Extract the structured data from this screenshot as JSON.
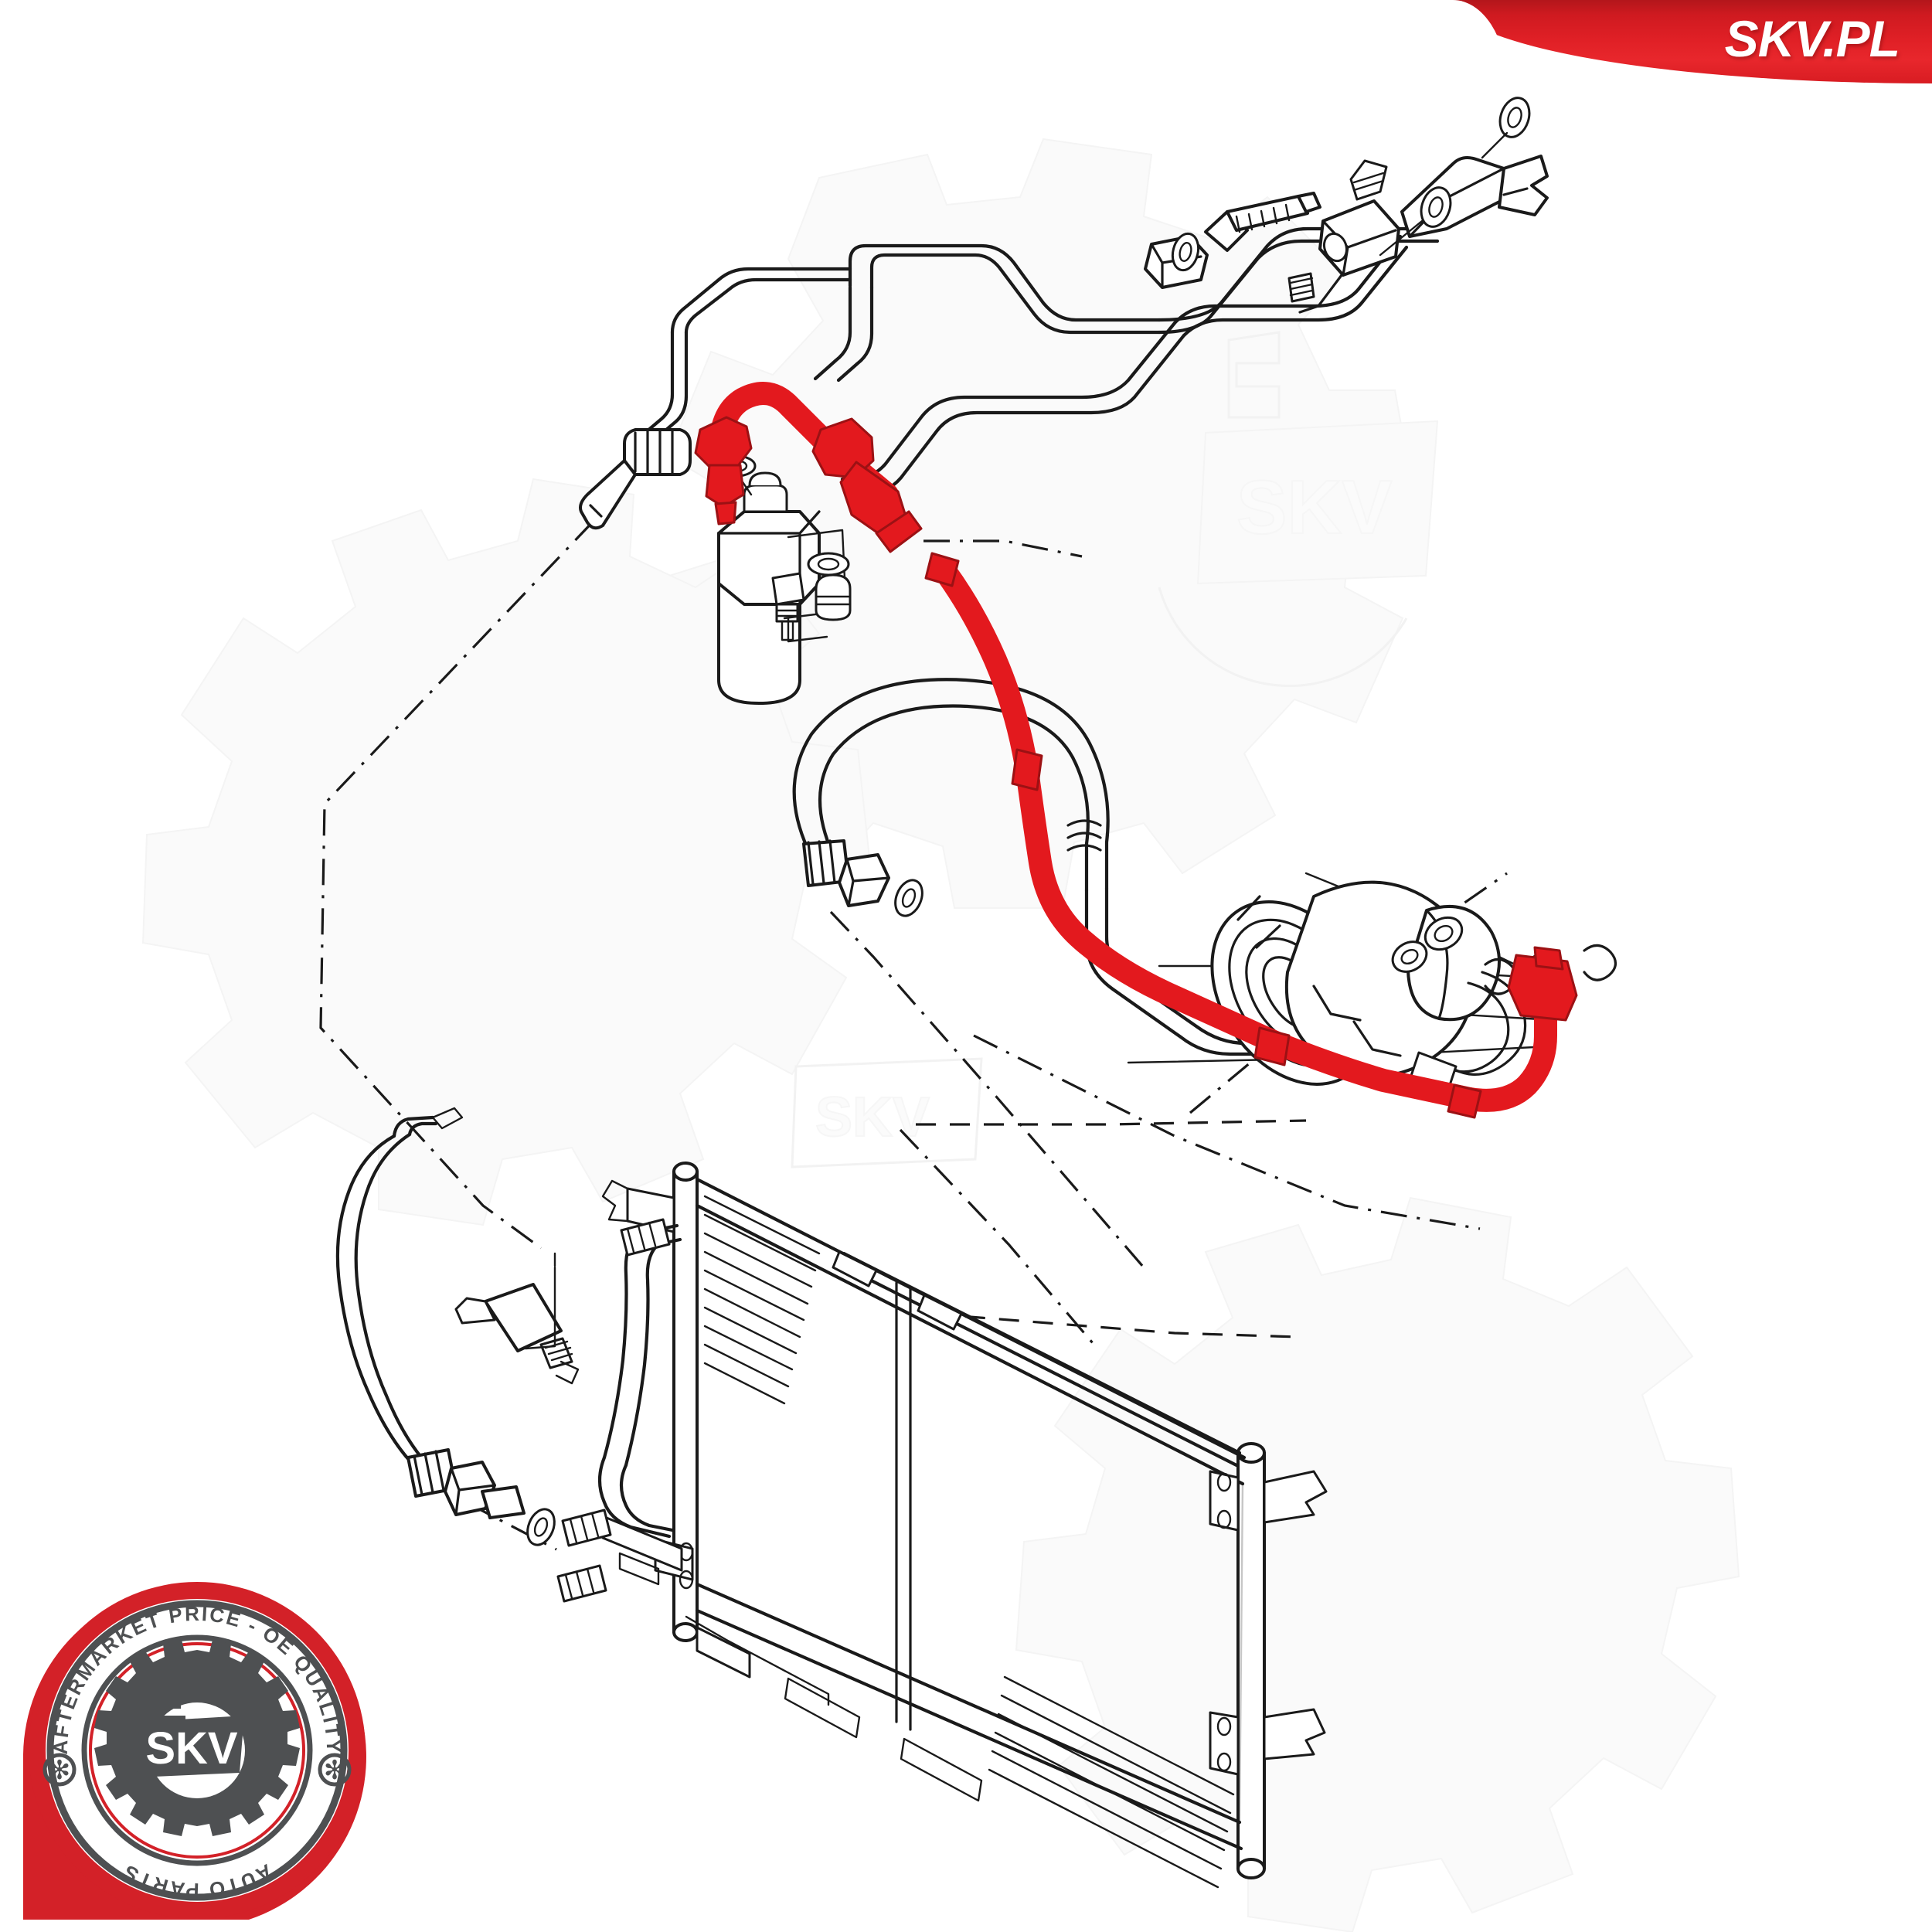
{
  "header": {
    "brand_title": "SKV.PL",
    "brand_red": "#E02026"
  },
  "badge": {
    "text_top": "AFTERMARKET PRICE - OE QUALITY",
    "text_bottom": "AUTO PARTS",
    "center_text": "SKV",
    "ring_color": "#D32128",
    "text_color": "#4E5052"
  },
  "watermark": {
    "text": "SKV",
    "shape": "gear-outline"
  },
  "diagram": {
    "title": "Air conditioning refrigerant line assembly",
    "highlight_color": "#E3191E",
    "line_color": "#1A1A1A",
    "background": "#FFFFFF",
    "parts": [
      {
        "name": "highlighted-refrigerant-hose",
        "highlighted": true
      },
      {
        "name": "receiver-drier",
        "highlighted": false
      },
      {
        "name": "ac-compressor",
        "highlighted": false
      },
      {
        "name": "condenser",
        "highlighted": false
      },
      {
        "name": "pressure-switch",
        "highlighted": false
      },
      {
        "name": "expansion-valve",
        "highlighted": false
      },
      {
        "name": "suction-line",
        "highlighted": false
      },
      {
        "name": "discharge-line",
        "highlighted": false
      },
      {
        "name": "liquid-line",
        "highlighted": false
      },
      {
        "name": "mounting-bracket",
        "highlighted": false
      },
      {
        "name": "sealing-ring",
        "highlighted": false
      },
      {
        "name": "union-nut",
        "highlighted": false
      }
    ]
  }
}
